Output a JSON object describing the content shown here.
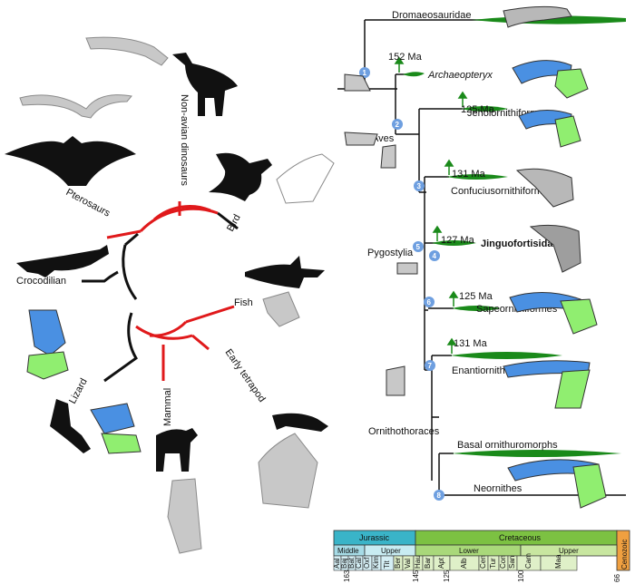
{
  "left_tree": {
    "labels": {
      "pterosaurs": "Pterosaurs",
      "non_avian": "Non-avian dinosaurs",
      "bird": "Bird",
      "crocodilian": "Crocodilian",
      "fish": "Fish",
      "lizard": "Lizard",
      "mammal": "Mammal",
      "early_tetrapod": "Early tetrapod"
    },
    "colors": {
      "highlight": "#e0191b",
      "base": "#111111"
    }
  },
  "right_tree": {
    "taxa": {
      "dromaeosauridae": "Dromaeosauridae",
      "archaeopteryx": "Archaeopteryx",
      "jeholornithiformes": "Jeholornithiformes",
      "confuciusornithiformes": "Confuciusornithiformes",
      "jinguofortisidae": "Jinguofortisidae",
      "sapeornithiformes": "Sapeornithiformes",
      "enantiornithes": "Enantiornithes",
      "basal_ornithuromorphs": "Basal ornithuromorphs",
      "neornithes": "Neornithes"
    },
    "clades": {
      "aves": "Aves",
      "pygostylia": "Pygostylia",
      "ornithothoraces": "Ornithothoraces"
    },
    "ages": {
      "archaeopteryx": "152 Ma",
      "jeholornithiformes": "125 Ma",
      "confuciusornithiformes": "131 Ma",
      "jinguofortisidae": "127 Ma",
      "sapeornithiformes": "125 Ma",
      "enantiornithes": "131 Ma"
    },
    "nodes": [
      "1",
      "2",
      "3",
      "4",
      "5",
      "6",
      "7",
      "8"
    ],
    "colors": {
      "lineage": "#1a8a1a",
      "node": "#6e9fe0",
      "coracoid": "#4a90e2",
      "scapula": "#90ee70",
      "furcula": "#9e9e9e"
    }
  },
  "timescale": {
    "periods": [
      "Jurassic",
      "Cretaceous",
      "Cenozoic"
    ],
    "epochs": [
      "Middle",
      "Upper",
      "Lower",
      "Upper"
    ],
    "stages": [
      "Aal",
      "Baj",
      "Bat",
      "Cal",
      "Oxf",
      "Kim",
      "Tit",
      "Ber",
      "Val",
      "Hau",
      "Bar",
      "Apt",
      "Alb",
      "Cen",
      "Tur",
      "Con",
      "San",
      "Cam",
      "Maa"
    ],
    "ticks": [
      "163",
      "145",
      "125",
      "100",
      "66"
    ],
    "colors": {
      "jurassic": "#3ab4c8",
      "jurassic_light": "#a6dbe6",
      "cretaceous": "#7cc142",
      "cretaceous_light": "#c8e6a0",
      "cenozoic": "#f0a040"
    }
  }
}
